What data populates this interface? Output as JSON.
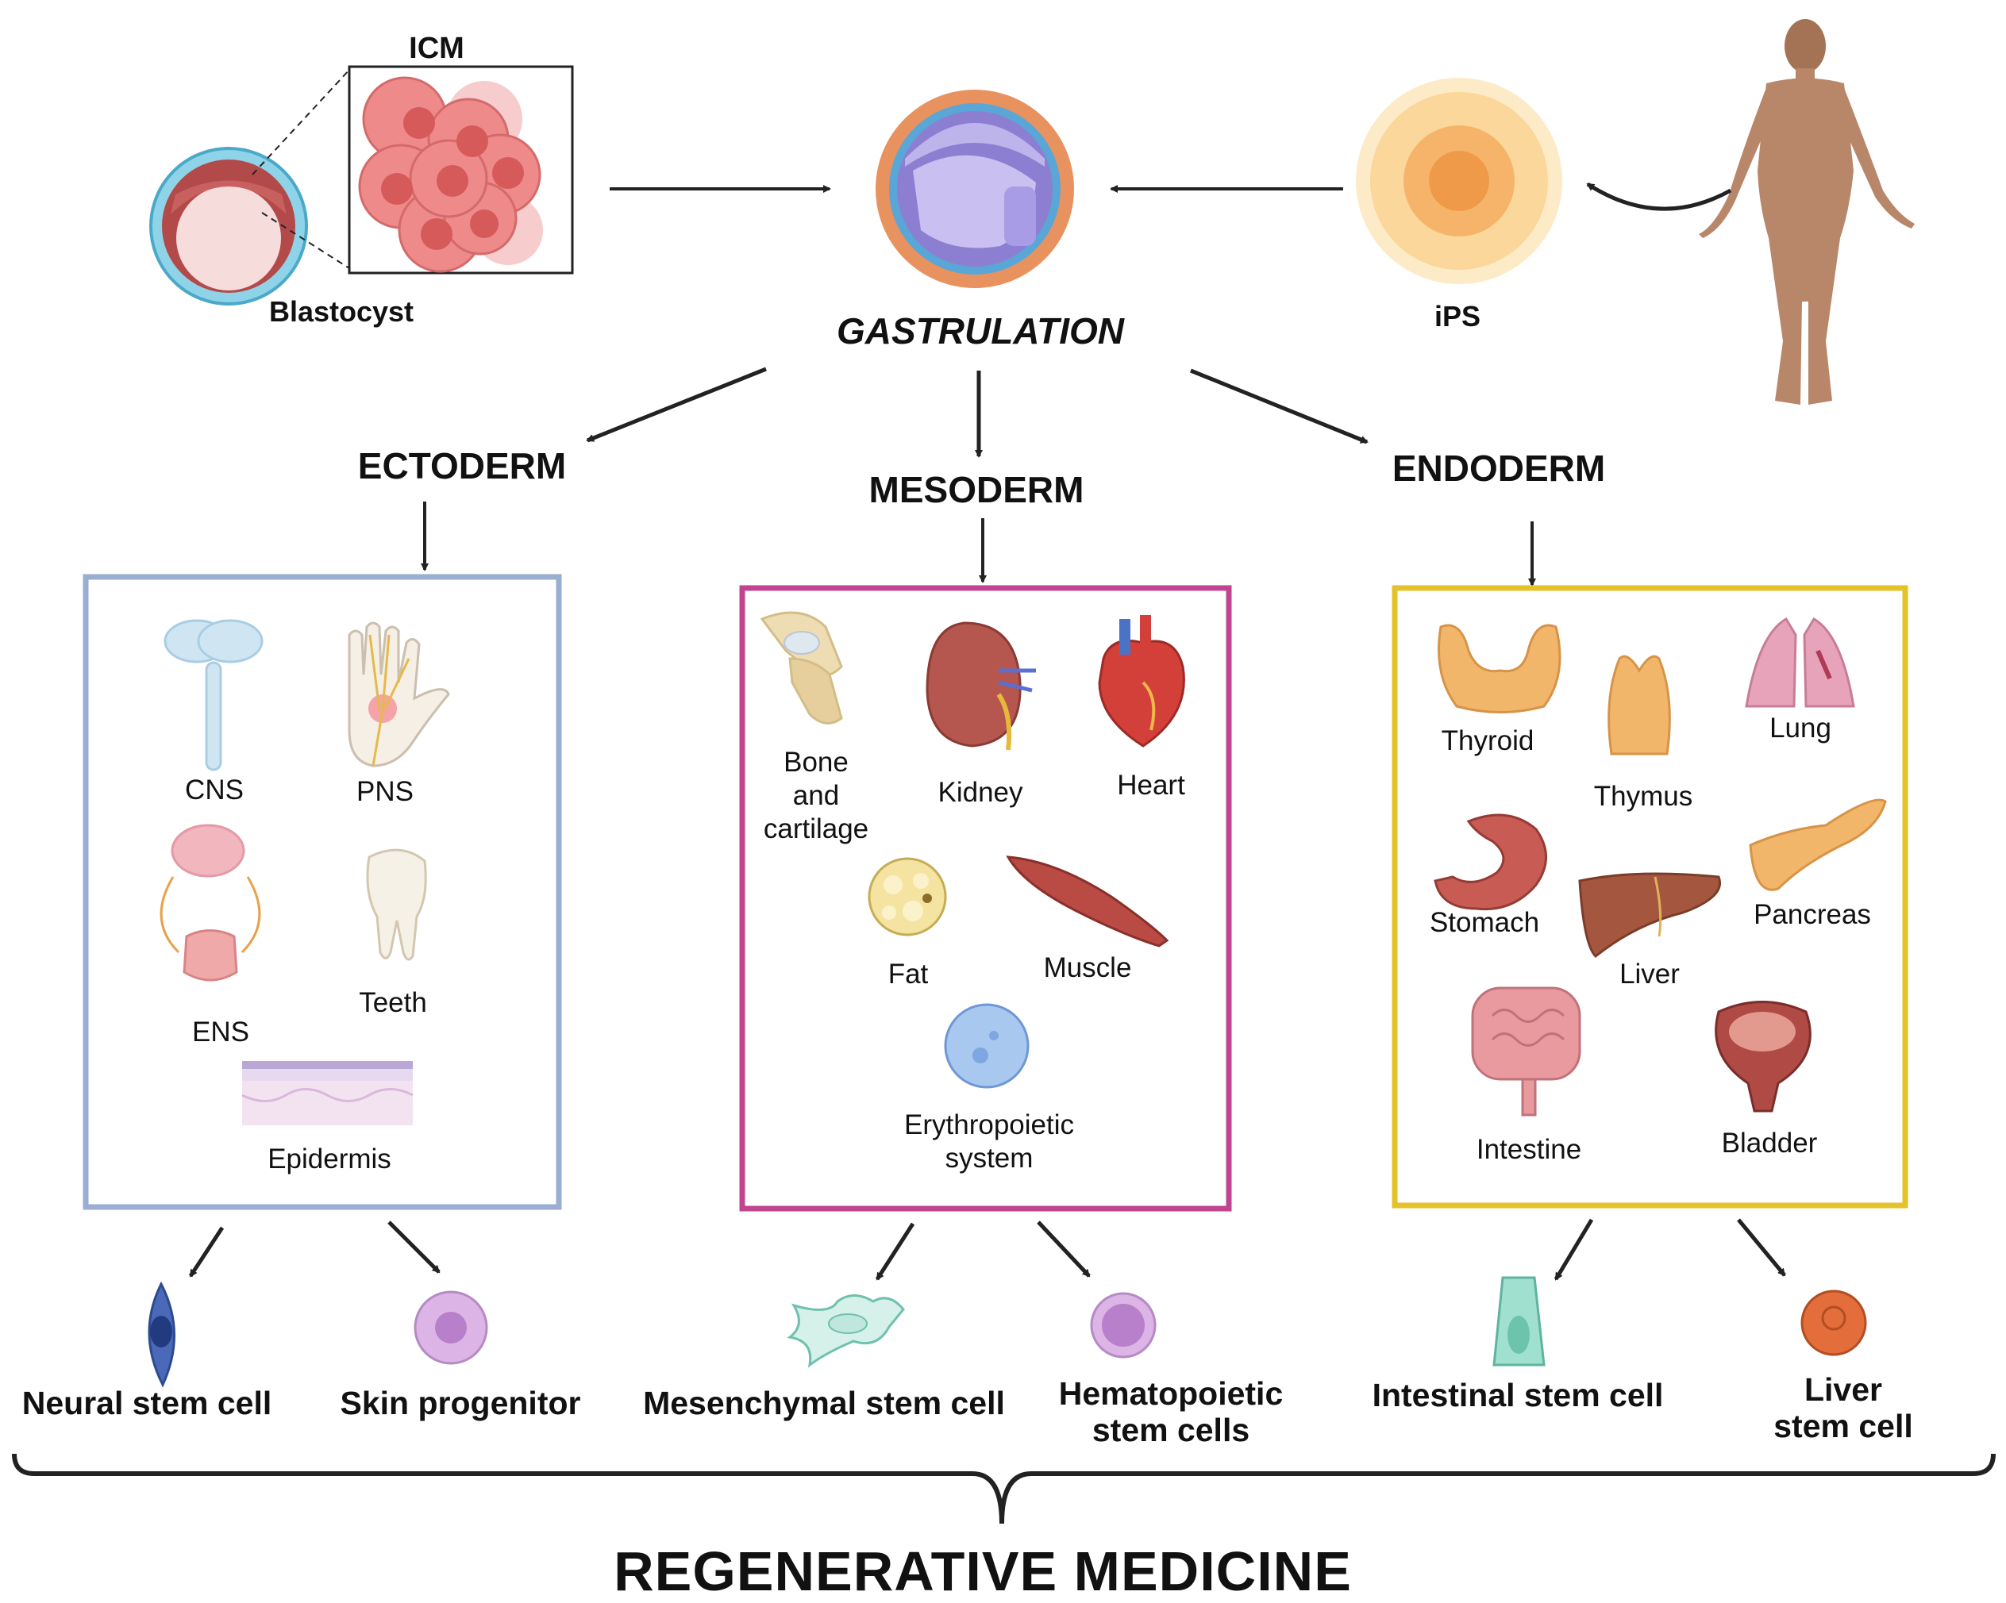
{
  "top": {
    "icm": "ICM",
    "blastocyst": "Blastocyst",
    "gastrulation": "GASTRULATION",
    "ips": "iPS"
  },
  "germ_layers": {
    "ectoderm": {
      "title": "ECTODERM",
      "border_color": "#9aaed3",
      "organs": [
        "CNS",
        "PNS",
        "ENS",
        "Teeth",
        "Epidermis"
      ],
      "stem_cells": [
        "Neural stem cell",
        "Skin progenitor"
      ]
    },
    "mesoderm": {
      "title": "MESODERM",
      "border_color": "#c0448f",
      "organs": [
        "Bone\nand\ncartilage",
        "Kidney",
        "Heart",
        "Fat",
        "Muscle",
        "Erythropoietic\nsystem"
      ],
      "stem_cells": [
        "Mesenchymal stem cell",
        "Hematopoietic\nstem cells"
      ]
    },
    "endoderm": {
      "title": "ENDODERM",
      "border_color": "#e6c22a",
      "organs": [
        "Thyroid",
        "Thymus",
        "Lung",
        "Stomach",
        "Pancreas",
        "Liver",
        "Intestine",
        "Bladder"
      ],
      "stem_cells": [
        "Intestinal stem cell",
        "Liver stem cell"
      ]
    }
  },
  "footer": {
    "title": "REGENERATIVE MEDICINE"
  },
  "icons": [
    "blastocyst-icon",
    "icm-cells-icon",
    "gastrula-icon",
    "ips-cluster-icon",
    "human-body-icon",
    "cns-icon",
    "hand-nerves-icon",
    "brain-gut-icon",
    "tooth-icon",
    "skin-layer-icon",
    "knee-joint-icon",
    "kidney-icon",
    "heart-icon",
    "fat-cell-icon",
    "muscle-icon",
    "blood-cell-icon",
    "thyroid-icon",
    "thymus-icon",
    "lung-icon",
    "stomach-icon",
    "pancreas-icon",
    "liver-icon",
    "intestine-icon",
    "bladder-icon",
    "neural-stem-cell-icon",
    "skin-progenitor-icon",
    "mesenchymal-cell-icon",
    "hematopoietic-cell-icon",
    "intestinal-cell-icon",
    "liver-cell-icon"
  ]
}
